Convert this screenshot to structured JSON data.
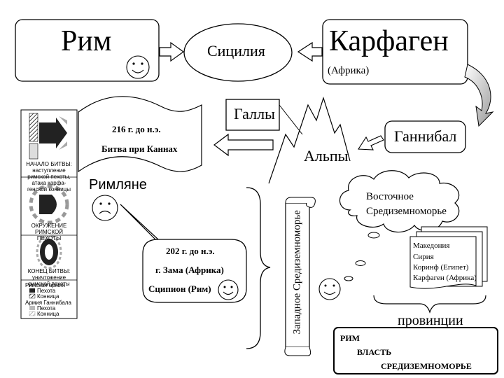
{
  "rome": {
    "title": "Рим"
  },
  "carthage": {
    "title": "Карфаген",
    "subtitle": "(Африка)"
  },
  "sicily": {
    "label": "Сицилия"
  },
  "gauls": {
    "label": "Галлы"
  },
  "hannibal": {
    "label": "Ганнибал"
  },
  "alps": {
    "label": "Альпы"
  },
  "cannae": {
    "year": "216 г. до н.э.",
    "event": "Битва при Каннах"
  },
  "romans": {
    "label": "Римляне"
  },
  "zama": {
    "year": "202 г. до н.э.",
    "place": "г. Зама (Африка)",
    "commander": "Сципион (Рим)"
  },
  "west_med": {
    "label": "Западное Средиземноморье"
  },
  "east_med": {
    "line1": "Восточное",
    "line2": "Средиземноморье"
  },
  "province_list": {
    "items": [
      "Македония",
      "Сирия",
      "Коринф (Египет)",
      "Карфаген (Африка)"
    ]
  },
  "provinces": {
    "label": "провинции"
  },
  "summary": {
    "line1": "РИМ",
    "line2": "ВЛАСТЬ",
    "line3": "СРЕДИЗЕМНОМОРЬЕ"
  },
  "battle_panel": {
    "start_caption": "НАЧАЛО БИТВЫ: наступление римской пехоты, атака карфа- генской конницы",
    "encircle_caption": "ОКРУЖЕНИЕ РИМСКОЙ ПЕХОТЫ",
    "end_caption": "КОНЕЦ БИТВЫ: уничтожение римской пехоты",
    "roman_army": "Римская армия",
    "hannibal_army": "Армия Ганнибала",
    "infantry": "Пехота",
    "cavalry": "Конница"
  }
}
